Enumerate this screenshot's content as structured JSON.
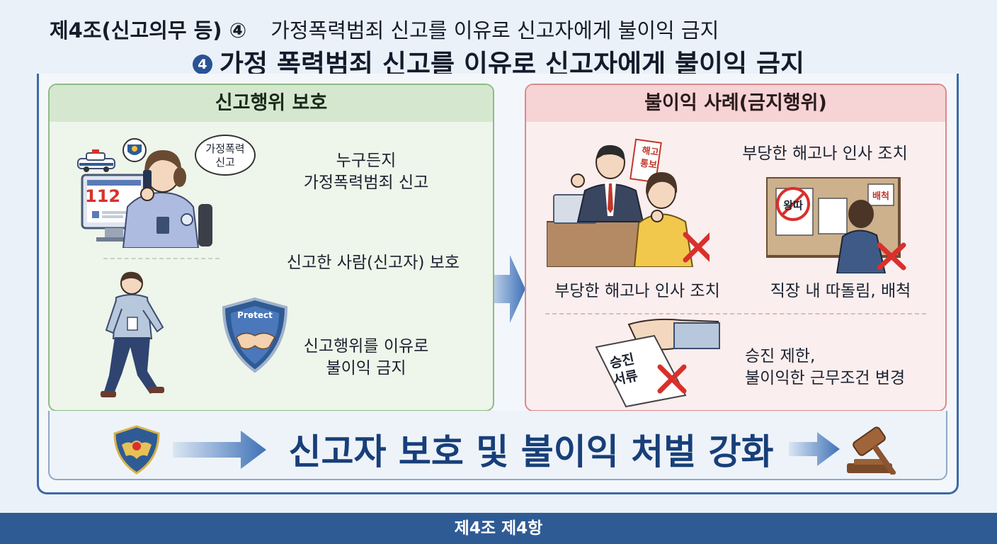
{
  "top_heading": {
    "lead": "제4조(신고의무 등) ④",
    "rest": "가정폭력범죄 신고를 이유로 신고자에게 불이익 금지"
  },
  "main_title": {
    "badge": "4",
    "text": "가정 폭력범죄 신고를 이유로 신고자에게 불이익 금지"
  },
  "left_panel": {
    "title": "신고행위 보호",
    "speech_bubble": [
      "가정폭력",
      "신고"
    ],
    "monitor_number": "112",
    "shield_text": "Prѳtect",
    "items": [
      {
        "lines": [
          "누구든지",
          "가정폭력범죄 신고"
        ]
      },
      {
        "lines": [
          "신고한 사람(신고자) 보호"
        ]
      },
      {
        "lines": [
          "신고행위를 이유로",
          "불이익 금지"
        ]
      }
    ]
  },
  "right_panel": {
    "title": "불이익 사례(금지행위)",
    "sign_dismissal": [
      "해고",
      "통보"
    ],
    "board_labels": {
      "bullying": "왕따",
      "exclusion": "배척"
    },
    "document_label": [
      "승진",
      "서류"
    ],
    "cases": {
      "top_right_text": "부당한 해고나 인사 조치",
      "caption_1": "부당한 해고나 인사 조치",
      "caption_2": "직장 내 따돌림, 배척",
      "bottom_text": [
        "승진 제한,",
        "불이익한 근무조건 변경"
      ]
    }
  },
  "bottom_slogan": "신고자 보호 및 불이익 처벌 강화",
  "footer": "제4조 제4항",
  "colors": {
    "primary_blue": "#2f5b95",
    "slogan_blue": "#173f79",
    "left_panel_green": "#d5e8cf",
    "right_panel_pink": "#f6d3d4",
    "forbidden_red": "#d9302c"
  }
}
